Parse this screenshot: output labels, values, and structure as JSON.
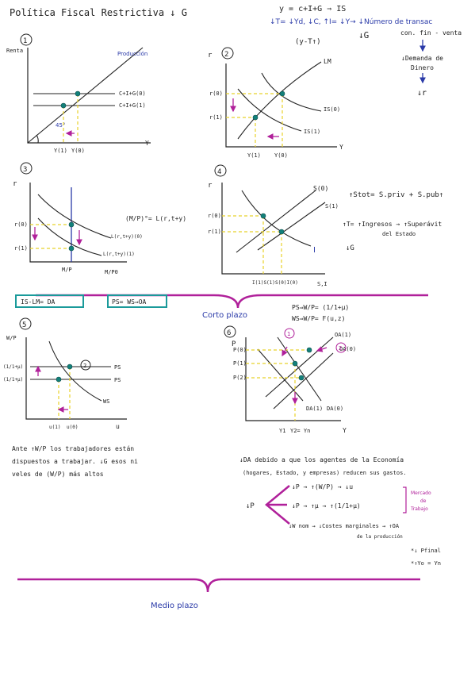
{
  "title": "Política Fiscal Restrictiva ↓ G",
  "top_right": {
    "eq1": "y = c+I+G ⇒ IS",
    "eq2": "↓T= ↓Yd, ↓C, ↑I= ↓Y→ ↓Número de transac",
    "eq2b": "con. fin - venta",
    "eq3": "(y-T↑)",
    "eq4": "↓G",
    "money1": "↓Demanda de",
    "money2": "Dinero",
    "money3": "↓r"
  },
  "g1": {
    "num": "1",
    "renta": "Renta",
    "prod": "Producción",
    "l1": "C+I+G(0)",
    "l2": "C+I+G(1)",
    "angle": "45°",
    "y1": "Y(1)",
    "y0": "Y(0)",
    "axis": "Y"
  },
  "g2": {
    "num": "2",
    "r": "r",
    "lm": "LM",
    "is0": "IS(0)",
    "is1": "IS(1)",
    "r0": "r(0)",
    "r1": "r(1)",
    "y1": "Y(1)",
    "y0": "Y(0)",
    "axis": "Y"
  },
  "g3": {
    "num": "3",
    "r": "r",
    "r0": "r(0)",
    "r1": "r(1)",
    "eq": "(M/P)°= L(r,t+y)",
    "c0": "L(r,t+y)(0)",
    "c1": "L(r,t+y)(1)",
    "x": "M/P",
    "x2": "M/P0"
  },
  "g4": {
    "num": "4",
    "r": "r",
    "s0": "S(0)",
    "s1": "S(1)",
    "i": "I",
    "r0": "r(0)",
    "r1": "r(1)",
    "x0": "I(1)S(1)",
    "x1": "S(0)I(0)",
    "axis": "S,I"
  },
  "g4_notes": {
    "n1": "↑Stot= S.priv + S.pub↑",
    "n2": "↑T= ↑Ingresos → ↑Superávit",
    "n3": "del Estado",
    "n4": "↓G"
  },
  "boxes": {
    "b1": "IS-LM= DA",
    "b2": "PS= WS⇒OA"
  },
  "corto": "Corto plazo",
  "ps_ws": {
    "ps": "PS⇒W/P= (1/1+μ)",
    "ws": "WS⇒W/P= F(u,z)"
  },
  "g5": {
    "num": "5",
    "wp": "W/P",
    "t1": "(1/1+μ)",
    "t2": "(1/1+μ)",
    "ps1": "PS",
    "ps2": "PS",
    "ws": "WS",
    "u1": "u(1)",
    "u0": "u(0)",
    "u": "u",
    "circle": "2"
  },
  "g6": {
    "num": "6",
    "p": "P",
    "p0": "P(0)",
    "p1": "P(1)",
    "p2": "P(2)",
    "oa1": "OA(1)",
    "oa0": "OA(0)",
    "da1": "DA(1)",
    "da0": "DA(0)",
    "c1": "1",
    "c2": "2",
    "y1": "Y1",
    "yn": "Y2= Yn",
    "axis": "Y"
  },
  "left_text": {
    "l1": "Ante ↑W/P los trabajadores están",
    "l2": "dispuestos a trabajar. ↓G esos ni",
    "l3": "veles de (W/P) más altos"
  },
  "right_text": {
    "r1": "↓DA debido a que los agentes de la Economía",
    "r2": "(hogares, Estado, y empresas) reducen sus gastos.",
    "p": "↓P",
    "b1": "↓P → ↑(W/P) → ↓u",
    "b2": "↓P → ↑μ → ↑(1/1+μ)",
    "b3": "↓W nom → ↓Costes marginales → ↑OA",
    "b3b": "de la producción",
    "mk1": "Mercado",
    "mk2": "de",
    "mk3": "Trabajo",
    "f1": "*↓ Pfinal",
    "f2": "*↑Yo = Yn"
  },
  "medio": "Medio plazo"
}
